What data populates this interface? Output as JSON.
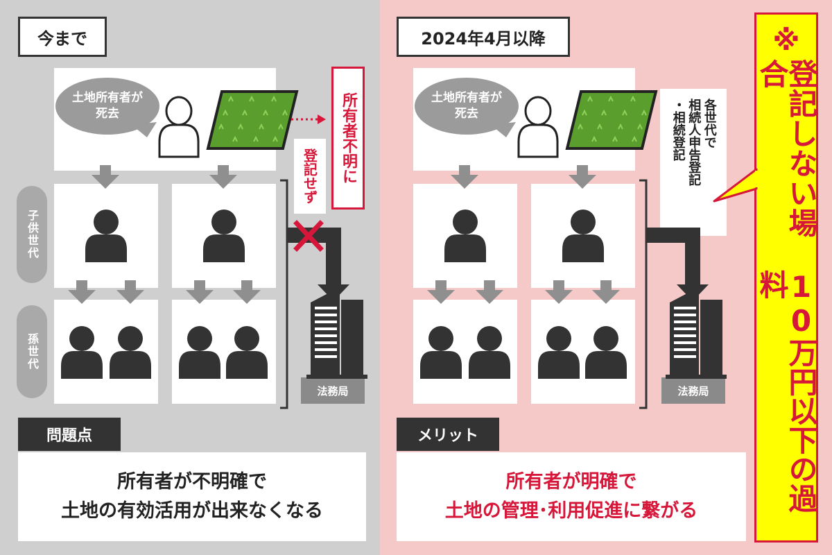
{
  "colors": {
    "accent_red": "#d6173a",
    "dark": "#333333",
    "highlight": "#ffff00",
    "left_bg": "#cfcfcf",
    "right_bg": "#f6c9c9"
  },
  "left": {
    "title": "今まで",
    "bubble_line1": "土地所有者が",
    "bubble_line2": "死去",
    "child_label": "子供世代",
    "grand_label": "孫世代",
    "unknown_owner": "所有者不明に",
    "not_registered": "登記せず",
    "office": "法務局",
    "problem_label": "問題点",
    "result_line1": "所有者が不明確で",
    "result_line2": "土地の有効活用が出来なくなる"
  },
  "right": {
    "title": "2024年4月以降",
    "bubble_line1": "土地所有者が",
    "bubble_line2": "死去",
    "note_line1": "各世代で",
    "note_line2": "相続人申告登記",
    "note_line3": "・相続登記",
    "office": "法務局",
    "merit_label": "メリット",
    "result_line1": "所有者が明確で",
    "result_line2": "土地の管理･利用促進に繋がる"
  },
  "penalty": {
    "line1": "※",
    "line2": "登記しない場合",
    "line3": "10万円以下の過料"
  },
  "icons": [
    "person-outline-icon",
    "land-plot-icon",
    "person-icon",
    "building-icon",
    "arrow-down-icon",
    "cross-icon"
  ]
}
